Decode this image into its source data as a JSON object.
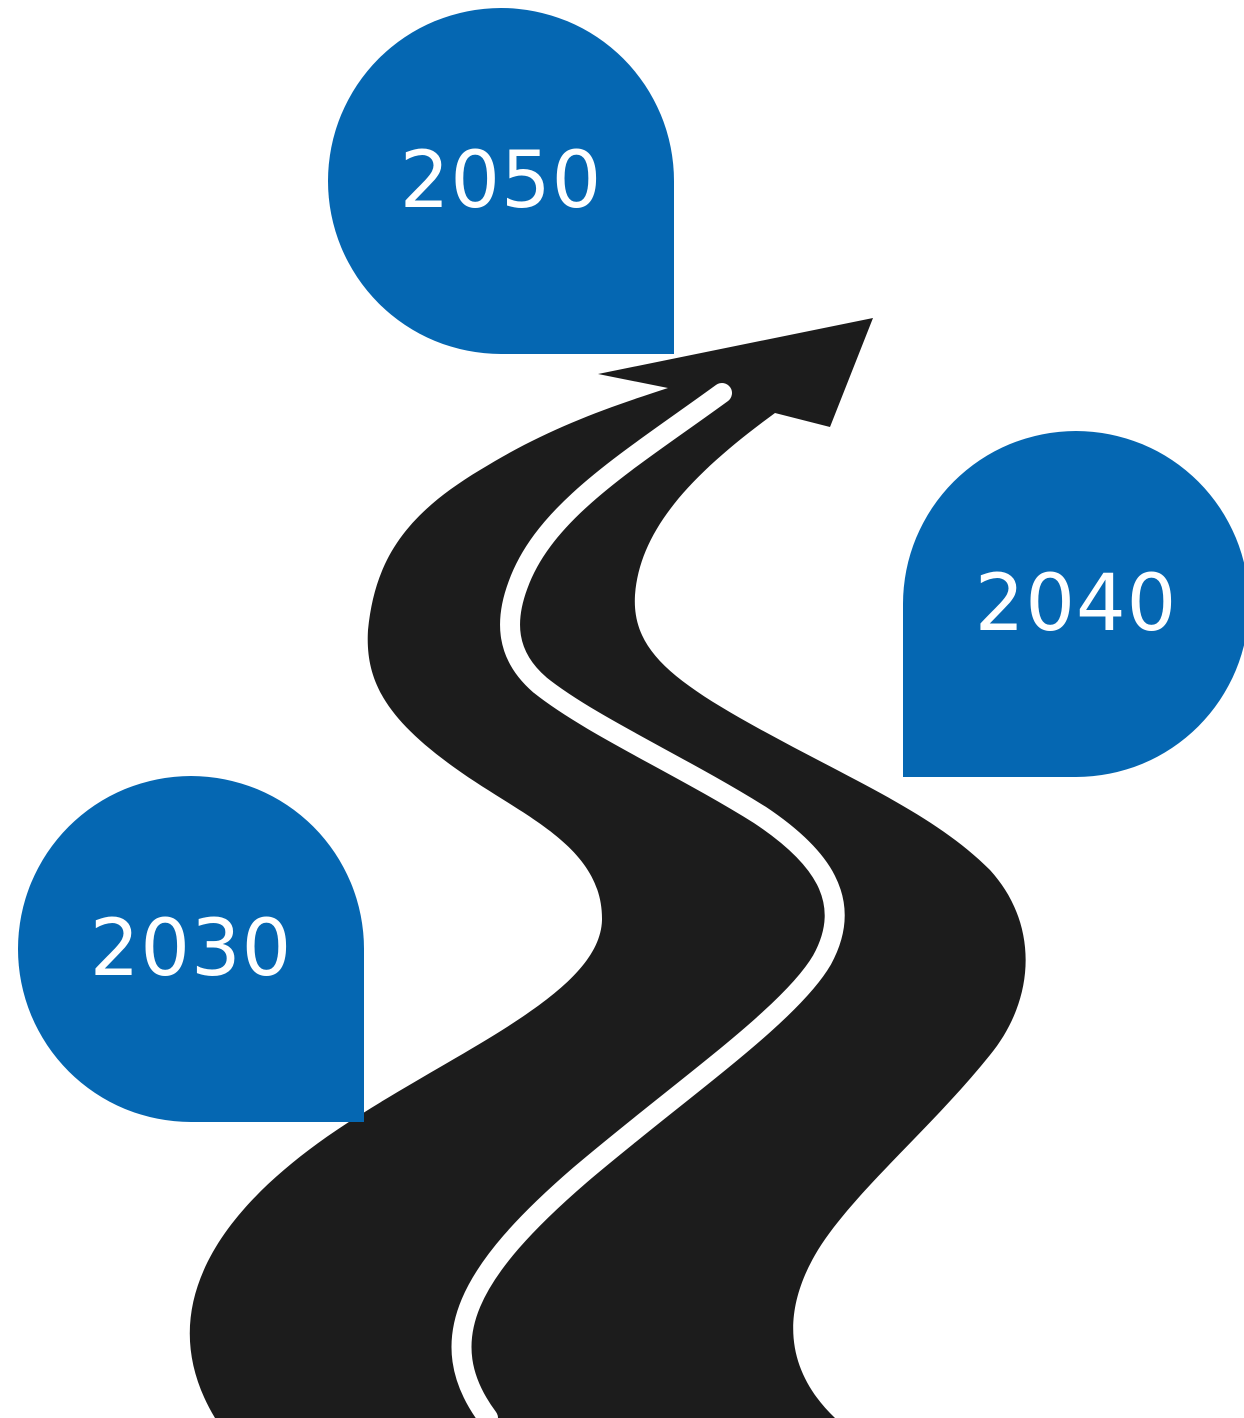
{
  "diagram": {
    "colors": {
      "road": "#1c1c1c",
      "lane_line": "#ffffff",
      "milestone_fill": "#0567b2",
      "milestone_text": "#ffffff",
      "background": "#ffffff"
    },
    "milestones": [
      {
        "label": "2050"
      },
      {
        "label": "2040"
      },
      {
        "label": "2030"
      }
    ],
    "road_icon": "winding-road-arrow-icon"
  }
}
